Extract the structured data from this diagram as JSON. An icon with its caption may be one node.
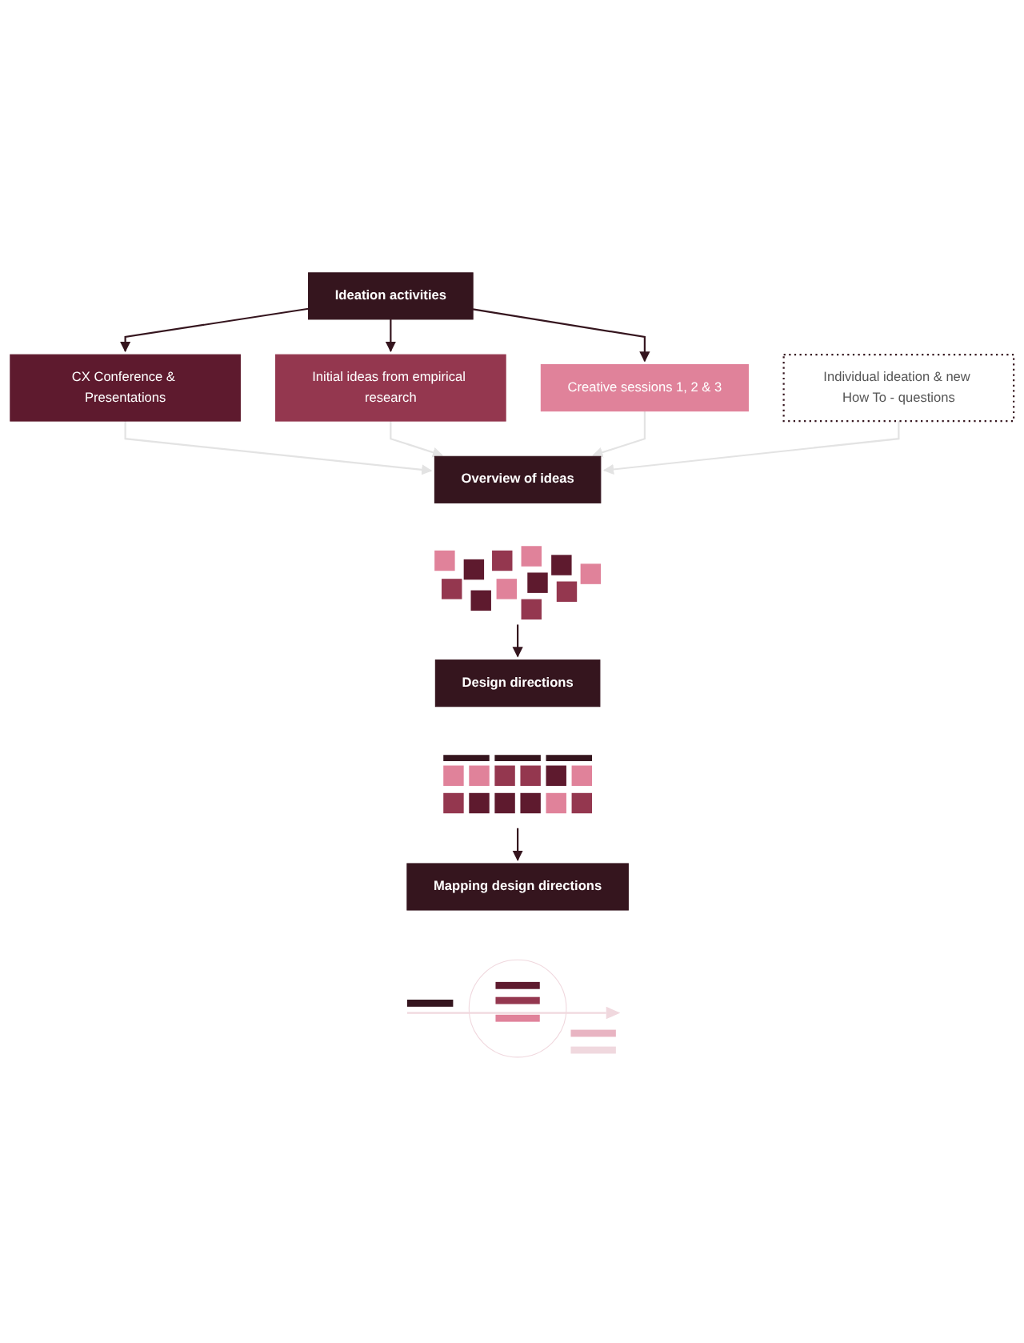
{
  "diagram": {
    "nodes": [
      {
        "text": [
          "Ideation activities"
        ]
      },
      {
        "text": [
          "CX Conference & Presentations"
        ]
      },
      {
        "text": [
          "Initial ideas from empirical research"
        ]
      },
      {
        "text": [
          "Creative sessions 1, 2 & 3"
        ]
      },
      {
        "text": [
          "Individual ideation & new How To - questions"
        ]
      },
      {
        "text": [
          "Overview of ideas"
        ]
      },
      {
        "text": [],
        "shape": "picture"
      },
      {
        "text": [
          "Design directions"
        ]
      },
      {
        "text": [],
        "shape": "picture"
      },
      {
        "text": [
          "Mapping design directions"
        ]
      },
      {
        "text": [],
        "shape": "picture"
      }
    ],
    "edges": [
      {
        "from": 0,
        "to": 1,
        "arrow": "to"
      },
      {
        "from": 0,
        "to": 2,
        "arrow": "to"
      },
      {
        "from": 0,
        "to": 3,
        "arrow": "to"
      },
      {
        "from": 1,
        "to": 5,
        "arrow": "to",
        "color": "#e3e3e3"
      },
      {
        "from": 2,
        "to": 5,
        "arrow": "to",
        "color": "#e3e3e3"
      },
      {
        "from": 3,
        "to": 5,
        "arrow": "to",
        "color": "#e3e3e3"
      },
      {
        "from": 4,
        "to": 5,
        "arrow": "to",
        "color": "#e3e3e3"
      },
      {
        "from": 6,
        "to": 7,
        "arrow": "to"
      },
      {
        "from": 8,
        "to": 9,
        "arrow": "to"
      }
    ]
  }
}
